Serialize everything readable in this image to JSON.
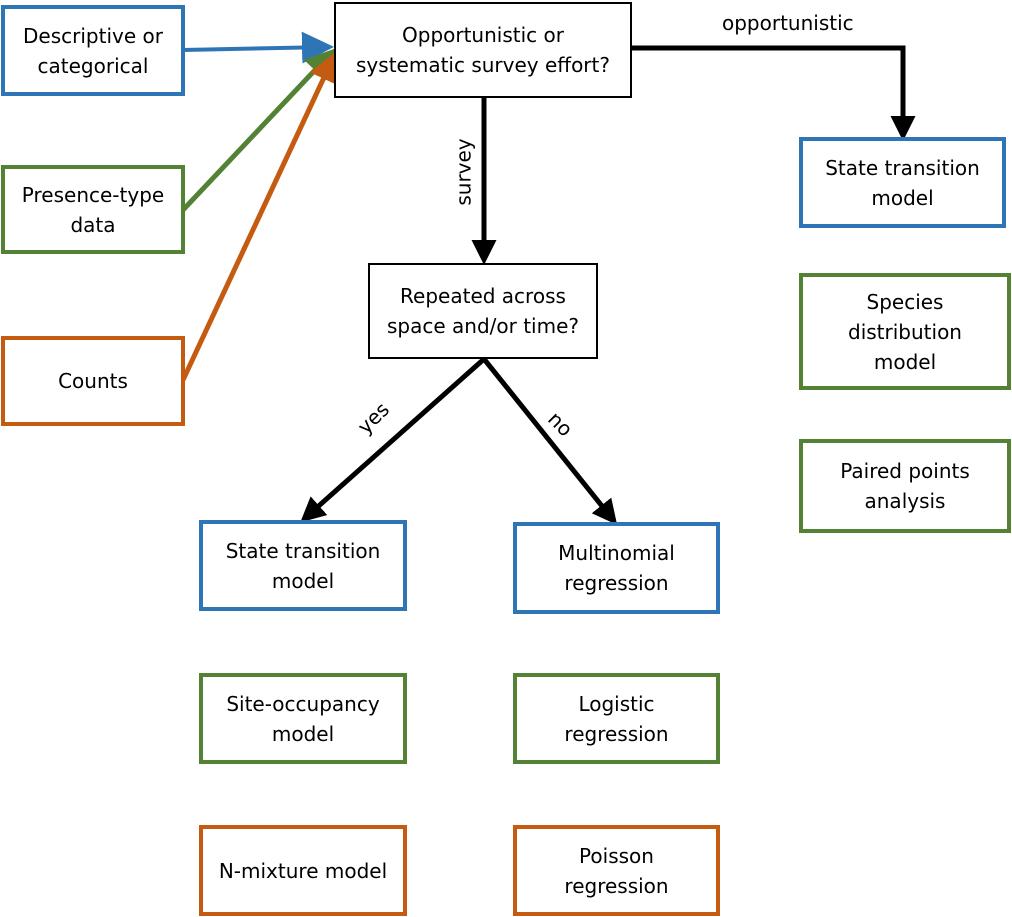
{
  "colors": {
    "blue": "#2e75b6",
    "green": "#548235",
    "orange": "#c55a11",
    "black": "#000000"
  },
  "inputs": {
    "descriptive": "Descriptive or\ncategorical",
    "presence": "Presence-type\ndata",
    "counts": "Counts"
  },
  "decisions": {
    "effort": "Opportunistic or\nsystematic survey effort?",
    "repeated": "Repeated across\nspace and/or time?"
  },
  "edge_labels": {
    "opportunistic": "opportunistic",
    "survey": "survey",
    "yes": "yes",
    "no": "no"
  },
  "opportunistic_models": {
    "state_transition": "State transition\nmodel",
    "species_distribution": "Species\ndistribution\nmodel",
    "paired_points": "Paired points\nanalysis"
  },
  "repeated_models": {
    "state_transition": "State transition\nmodel",
    "site_occupancy": "Site-occupancy\nmodel",
    "n_mixture": "N-mixture model"
  },
  "non_repeated_models": {
    "multinomial": "Multinomial\nregression",
    "logistic": "Logistic\nregression",
    "poisson": "Poisson\nregression"
  }
}
